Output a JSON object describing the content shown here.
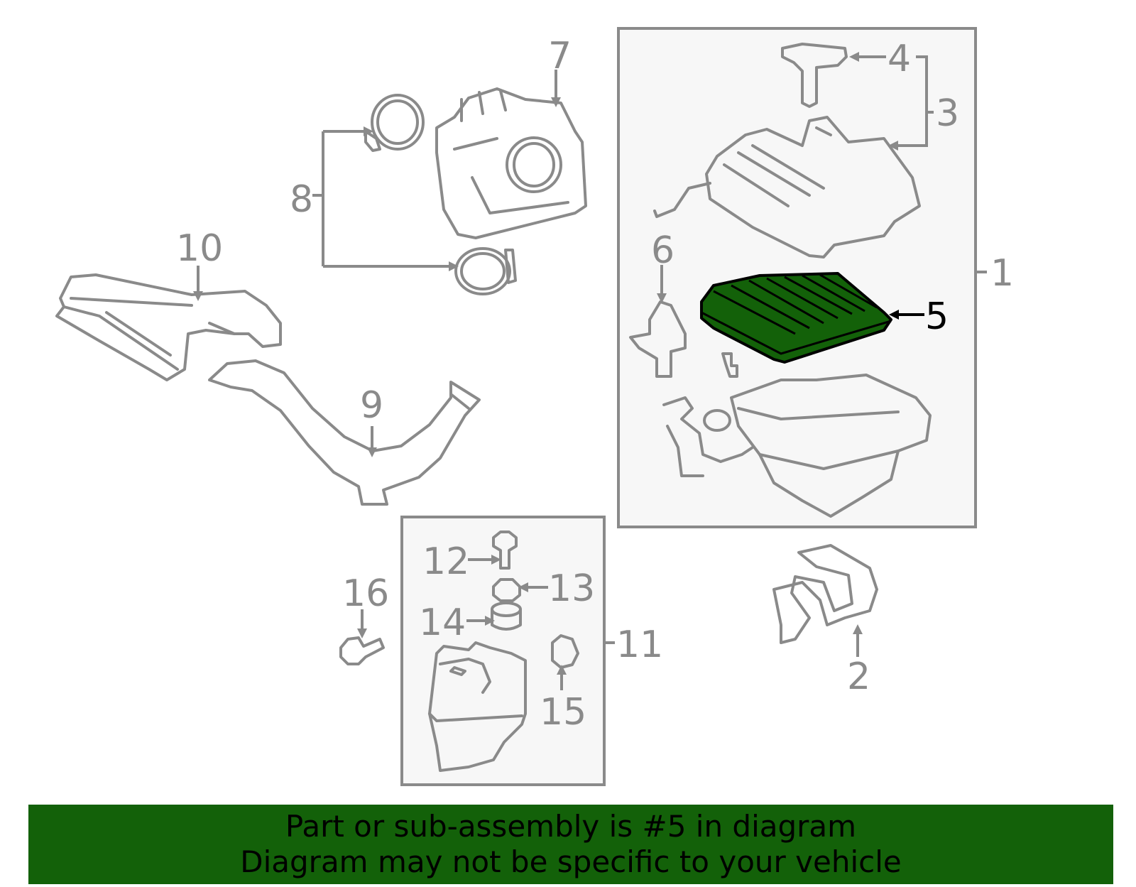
{
  "callouts": {
    "c1": "1",
    "c2": "2",
    "c3": "3",
    "c4": "4",
    "c5": "5",
    "c6": "6",
    "c7": "7",
    "c8": "8",
    "c9": "9",
    "c10": "10",
    "c11": "11",
    "c12": "12",
    "c13": "13",
    "c14": "14",
    "c15": "15",
    "c16": "16"
  },
  "highlighted_part": "5",
  "colors": {
    "highlight_fill": "#136109",
    "line": "#8a8a8a",
    "panel_fill": "#f7f7f7",
    "banner_bg": "#136109"
  },
  "banner": {
    "line1": "Part or sub-assembly is #5 in diagram",
    "line2": "Diagram may not be specific to your vehicle"
  }
}
